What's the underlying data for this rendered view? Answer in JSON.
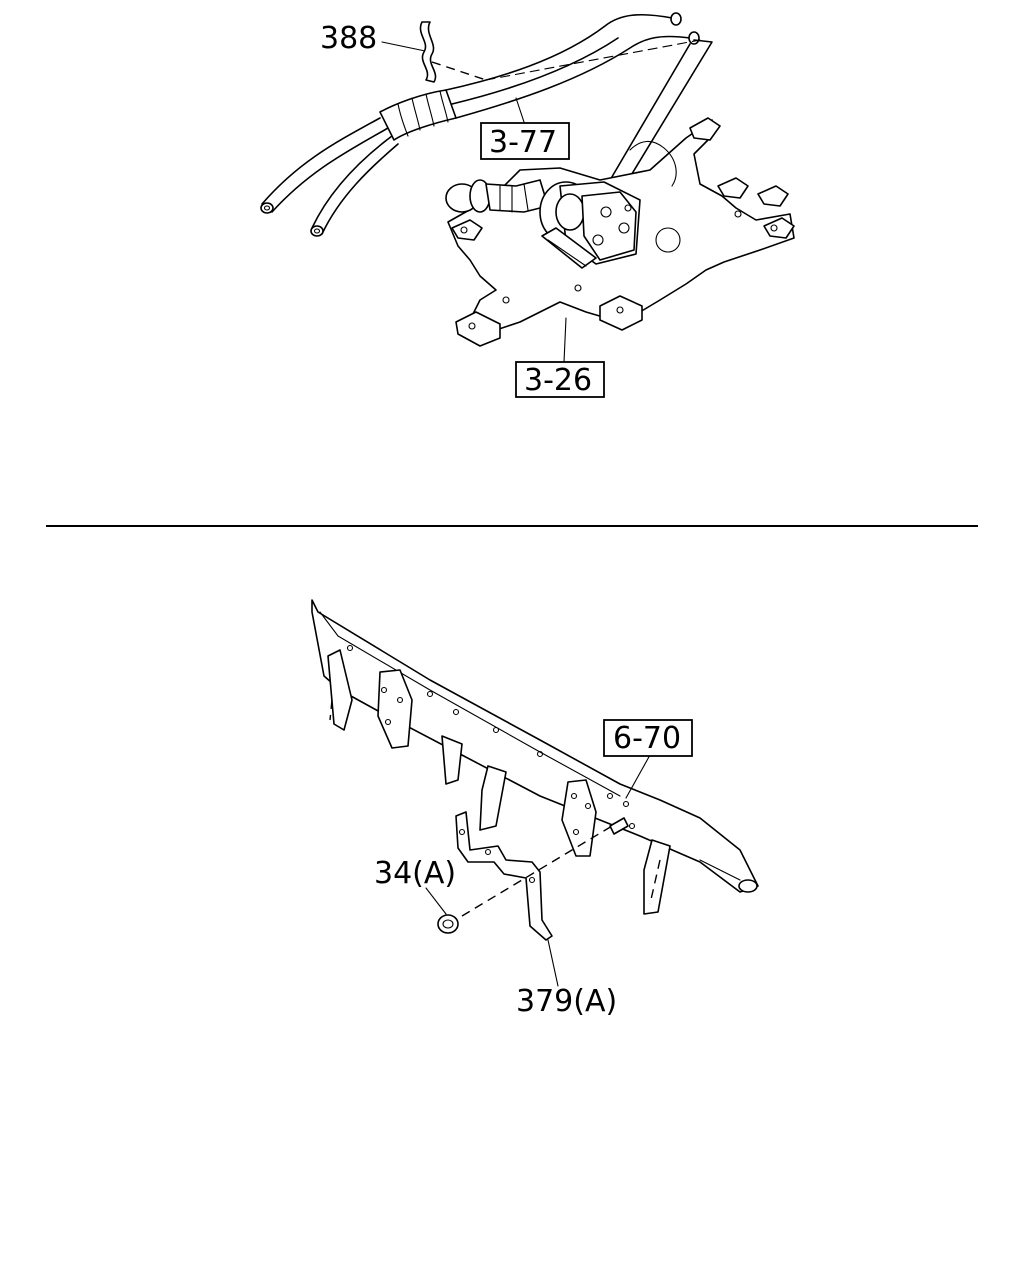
{
  "labels": {
    "part_388": "388",
    "ref_3_77": "3-77",
    "ref_3_26": "3-26",
    "ref_6_70": "6-70",
    "part_34": "34(A)",
    "part_379": "379(A)"
  }
}
